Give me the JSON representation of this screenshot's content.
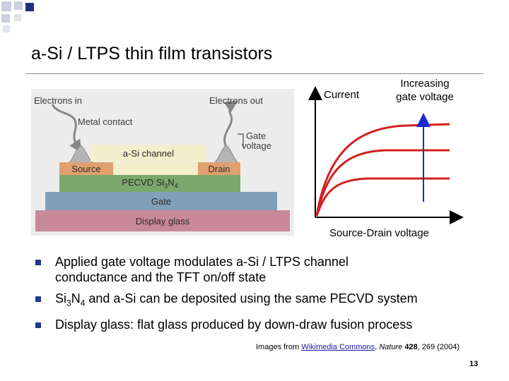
{
  "slide": {
    "title": "a-Si / LTPS thin film transistors",
    "page_number": "13"
  },
  "diagram": {
    "electrons_in": "Electrons in",
    "metal_contact": "Metal contact",
    "electrons_out": "Electrons out",
    "gate_voltage_line1": "Gate",
    "gate_voltage_line2": "voltage",
    "channel": "a-Si channel",
    "source": "Source",
    "drain": "Drain",
    "pecvd_prefix": "PECVD Si",
    "pecvd_sub1": "3",
    "pecvd_mid": "N",
    "pecvd_sub2": "4",
    "gate": "Gate",
    "display_glass": "Display glass"
  },
  "graph": {
    "y_label": "Current",
    "increasing_line1": "Increasing",
    "increasing_line2": "gate voltage",
    "x_label": "Source-Drain voltage"
  },
  "bullets": {
    "b1_line1": "Applied gate voltage modulates a-Si / LTPS channel",
    "b1_line2": "conductance and the TFT on/off state",
    "b2_part1": "Si",
    "b2_sub1": "3",
    "b2_part2": "N",
    "b2_sub2": "4",
    "b2_part3": " and a-Si can be deposited using the same PECVD system",
    "b3": "Display glass: flat glass produced by down-draw fusion process"
  },
  "credit": {
    "prefix": "Images from ",
    "link": "Wikimedia Commons",
    "sep": ", ",
    "journal": "Nature",
    "volume": "428",
    "rest": ", 269 (2004)"
  },
  "colors": {
    "accent_blue": "#1f3a8a",
    "curve_red": "#d42020",
    "arrow_blue": "#1a2ad0"
  }
}
